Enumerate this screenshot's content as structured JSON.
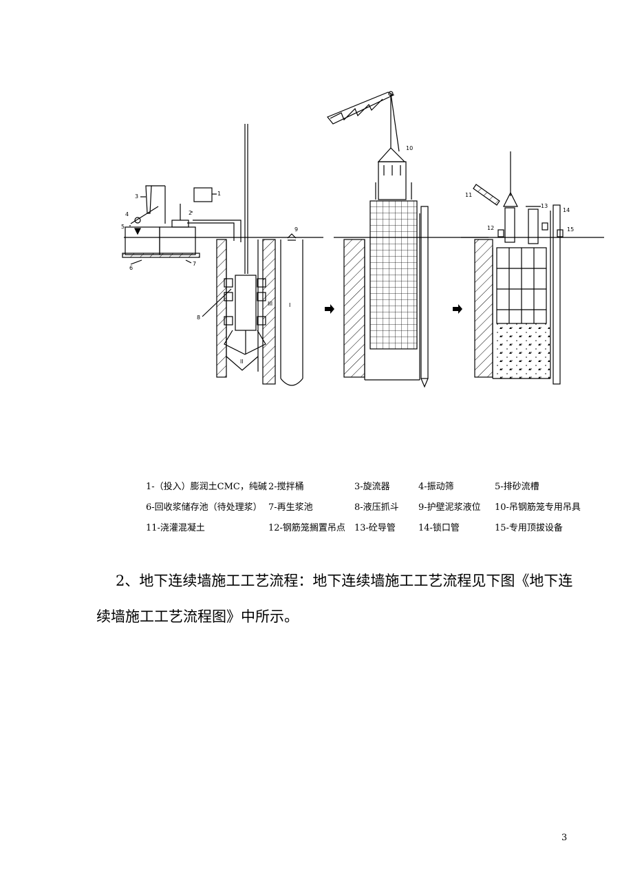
{
  "figure": {
    "callouts": [
      "1",
      "2",
      "3",
      "4",
      "5",
      "6",
      "7",
      "8",
      "9",
      "10",
      "11",
      "12",
      "13",
      "14",
      "15"
    ],
    "zones": [
      "I",
      "II",
      "III"
    ]
  },
  "legend": {
    "rows": [
      [
        "1-（投入）膨润土CMC，纯碱",
        "2-搅拌桶",
        "3-旋流器",
        "4-振动筛",
        "5-排砂流槽"
      ],
      [
        "6-回收浆储存池（待处理浆）",
        "7-再生浆池",
        "8-液压抓斗",
        "9-护壁泥浆液位",
        "10-吊钢筋笼专用吊具"
      ],
      [
        "11-浇灌混凝土",
        "12-钢筋笼搁置吊点",
        "13-砼导管",
        "14-锁口管",
        "15-专用顶拔设备"
      ]
    ]
  },
  "paragraph": {
    "text": "2、地下连续墙施工工艺流程：地下连续墙施工工艺流程见下图《地下连续墙施工工艺流程图》中所示。"
  },
  "page_number": "3"
}
